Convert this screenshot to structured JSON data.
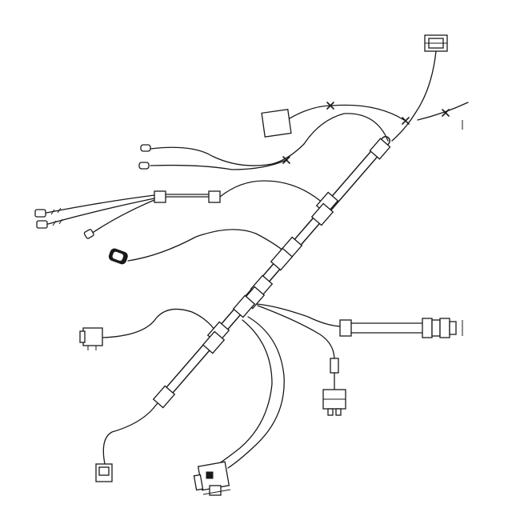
{
  "diagram": {
    "kind": "wiring-harness-line-drawing",
    "colors": {
      "line": "#1a1a1a",
      "background": "#ffffff"
    },
    "components": [
      "main-trunk",
      "trunk-clips",
      "terminal-connectors",
      "cut-marks",
      "branch-wires",
      "fuse-holder",
      "relay-connector"
    ]
  }
}
